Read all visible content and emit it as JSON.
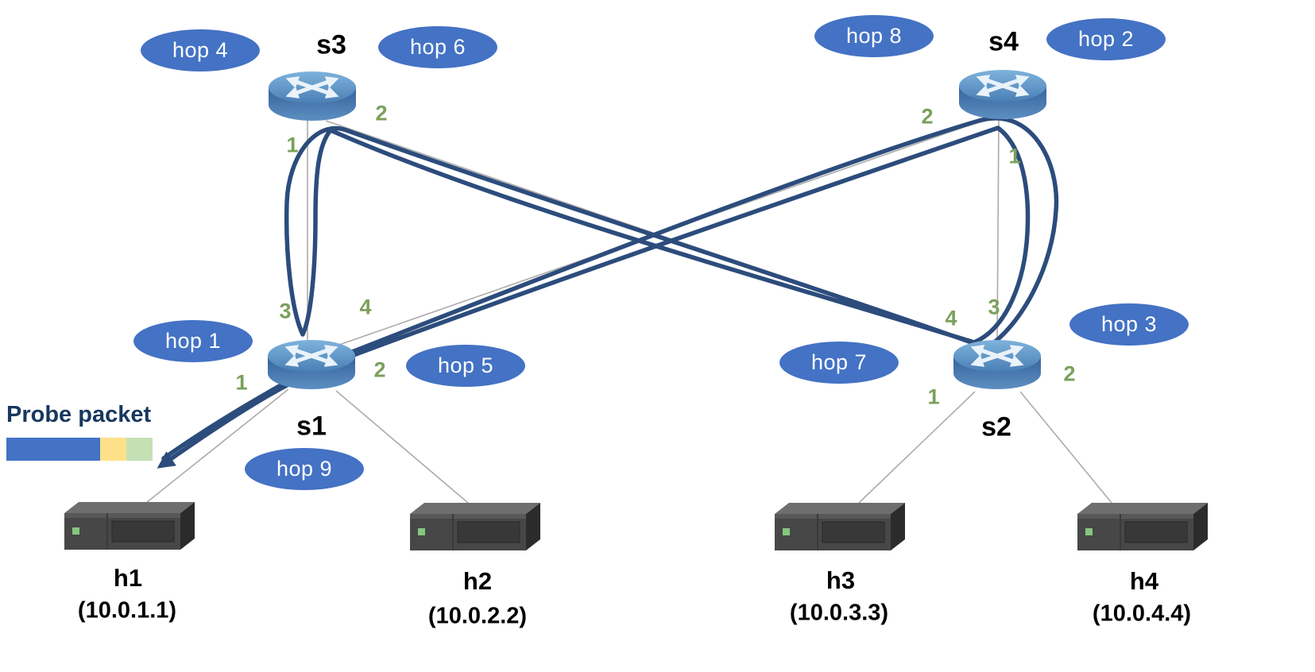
{
  "probe": {
    "label": "Probe packet"
  },
  "switches": {
    "s1": {
      "label": "s1"
    },
    "s2": {
      "label": "s2"
    },
    "s3": {
      "label": "s3"
    },
    "s4": {
      "label": "s4"
    }
  },
  "hosts": {
    "h1": {
      "label": "h1",
      "ip": "(10.0.1.1)"
    },
    "h2": {
      "label": "h2",
      "ip": "(10.0.2.2)"
    },
    "h3": {
      "label": "h3",
      "ip": "(10.0.3.3)"
    },
    "h4": {
      "label": "h4",
      "ip": "(10.0.4.4)"
    }
  },
  "hops": {
    "hop1": "hop 1",
    "hop2": "hop 2",
    "hop3": "hop 3",
    "hop4": "hop 4",
    "hop5": "hop 5",
    "hop6": "hop 6",
    "hop7": "hop 7",
    "hop8": "hop 8",
    "hop9": "hop 9"
  },
  "ports": {
    "s1": {
      "p1": "1",
      "p2": "2",
      "p3": "3",
      "p4": "4"
    },
    "s2": {
      "p1": "1",
      "p2": "2",
      "p3": "3",
      "p4": "4"
    },
    "s3": {
      "p1": "1",
      "p2": "2"
    },
    "s4": {
      "p1": "1",
      "p2": "2"
    }
  },
  "colors": {
    "hop_ellipse": "#4472C4",
    "probe_path": "#2C4C7C",
    "probe_text": "#17375E",
    "port_label": "#7BA05B",
    "link": "#ABABAB",
    "packet_segments": [
      "#4472C4",
      "#FFE08A",
      "#C5E0B4"
    ]
  }
}
